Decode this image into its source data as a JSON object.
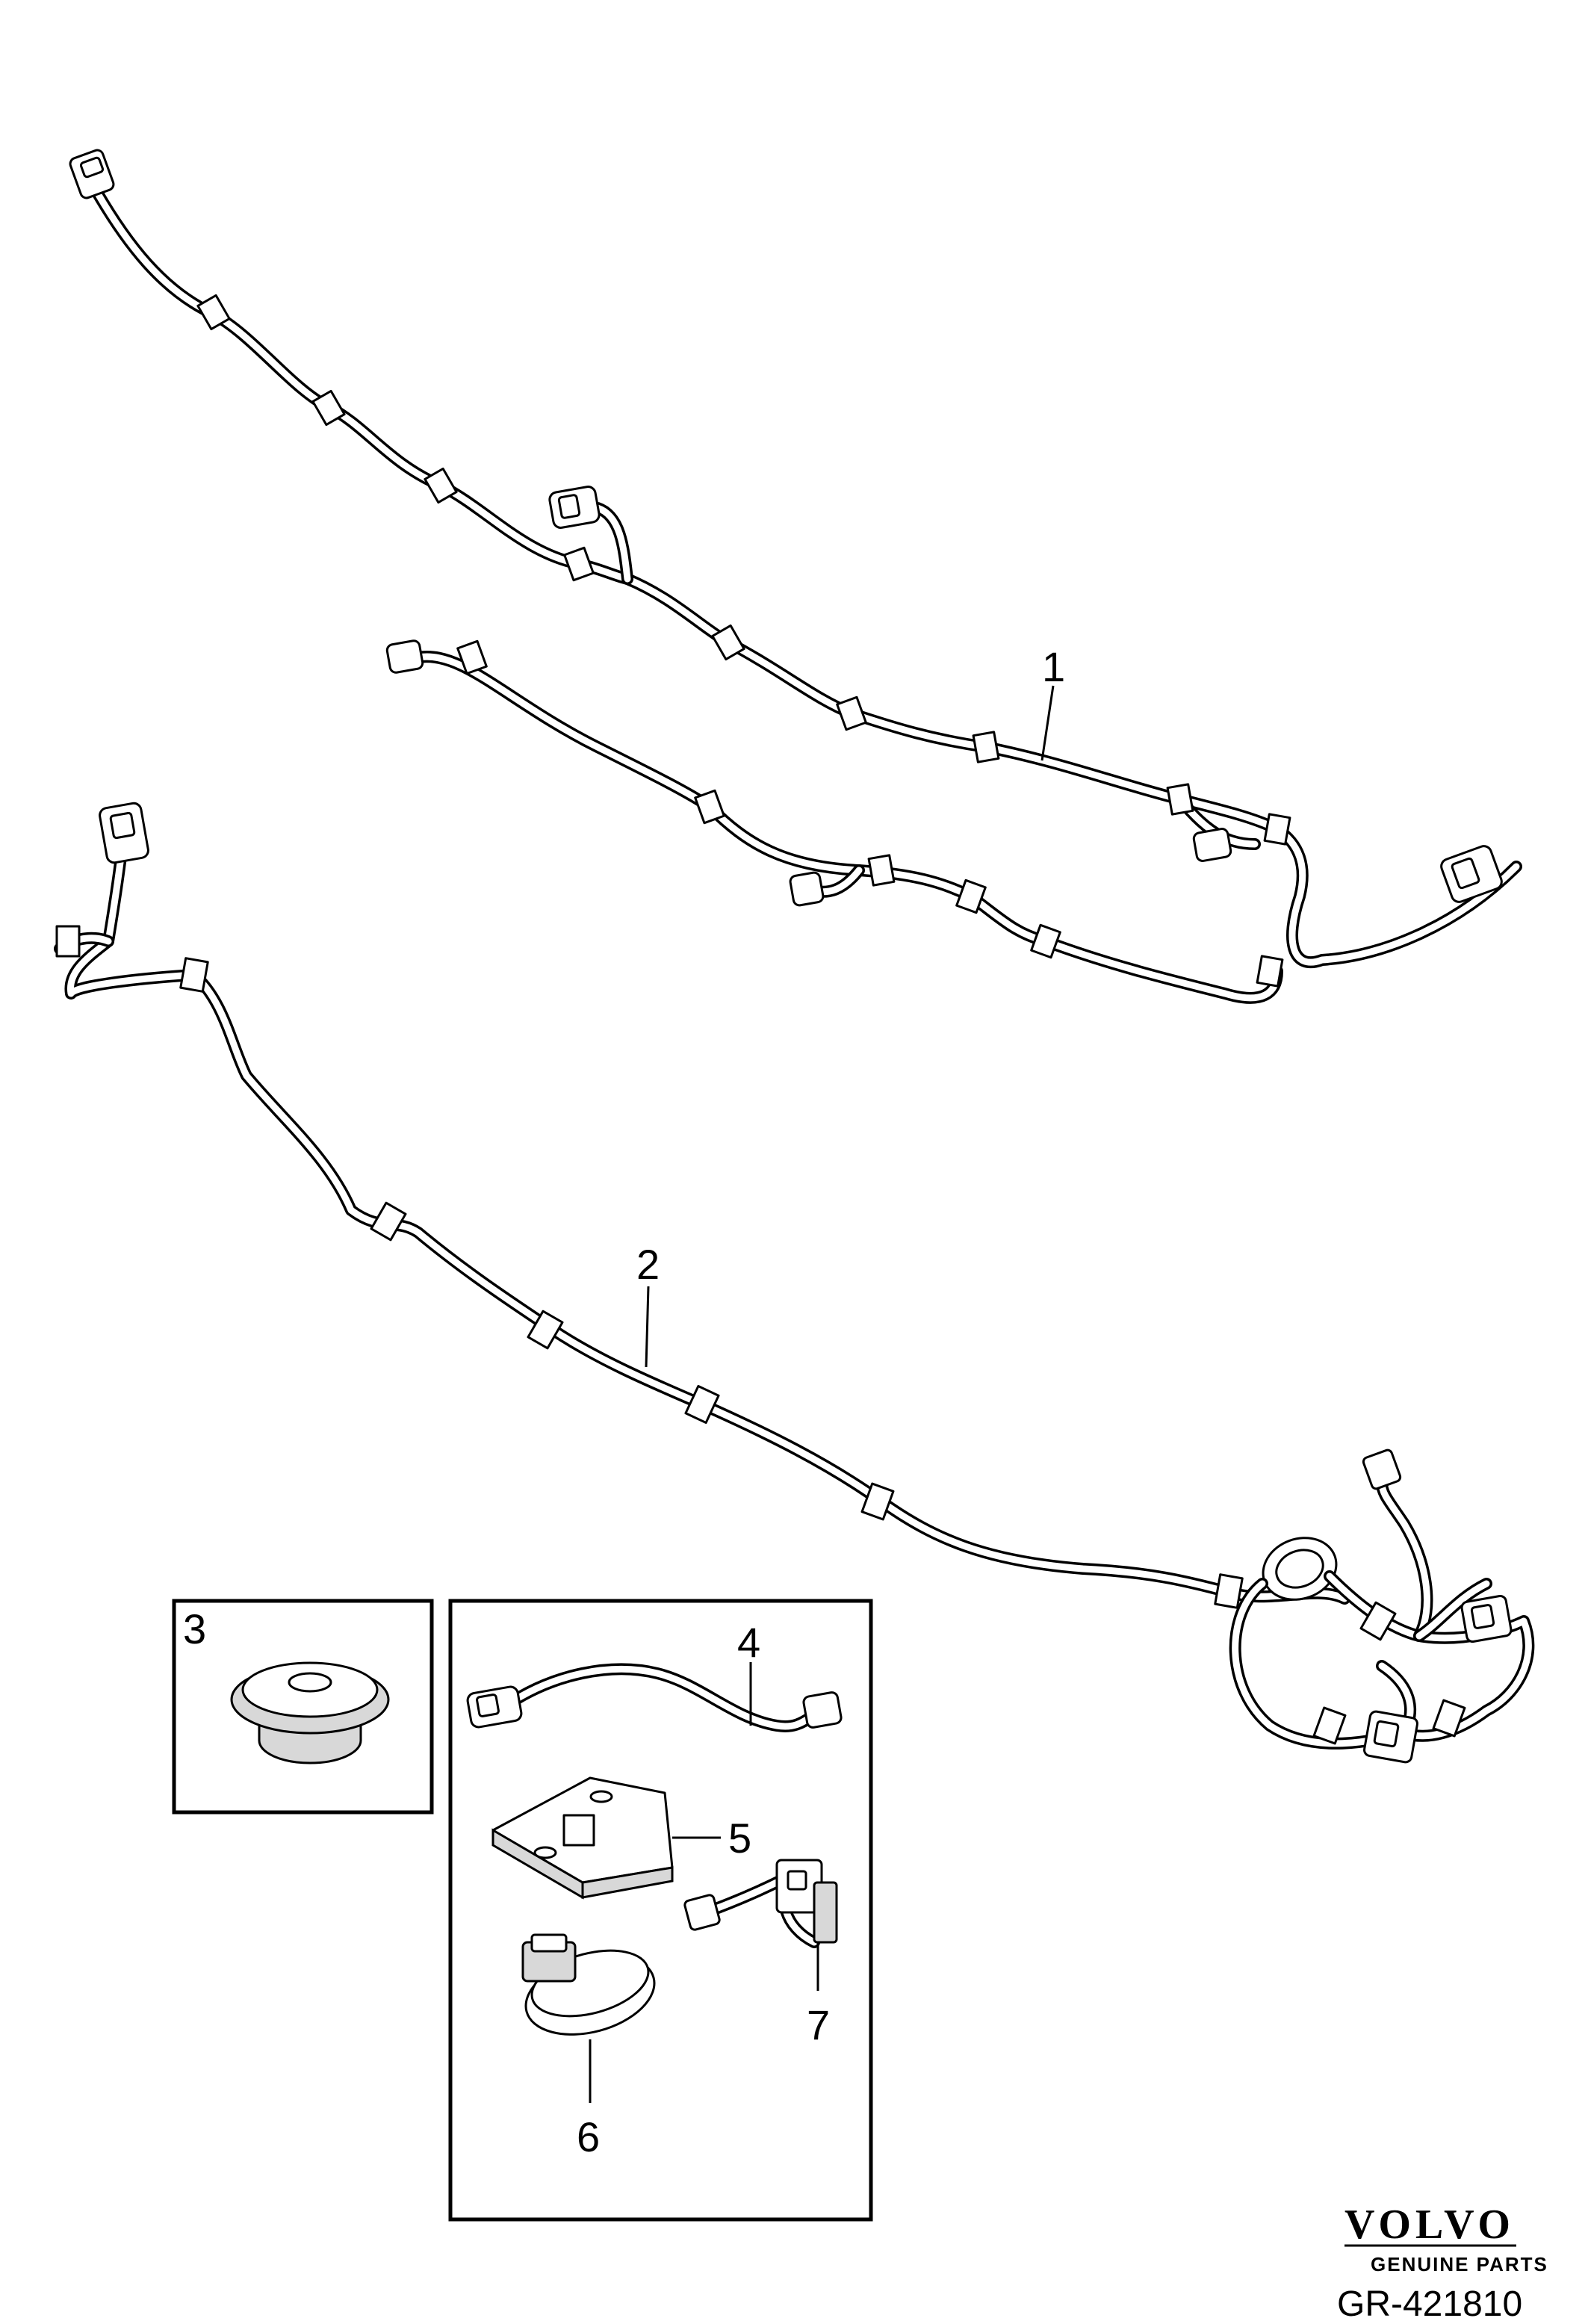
{
  "callouts": {
    "c1": "1",
    "c2": "2",
    "c3": "3",
    "c4": "4",
    "c5": "5",
    "c6": "6",
    "c7": "7"
  },
  "brand": {
    "name": "VOLVO",
    "tagline": "GENUINE PARTS"
  },
  "figure_code": "GR-421810"
}
